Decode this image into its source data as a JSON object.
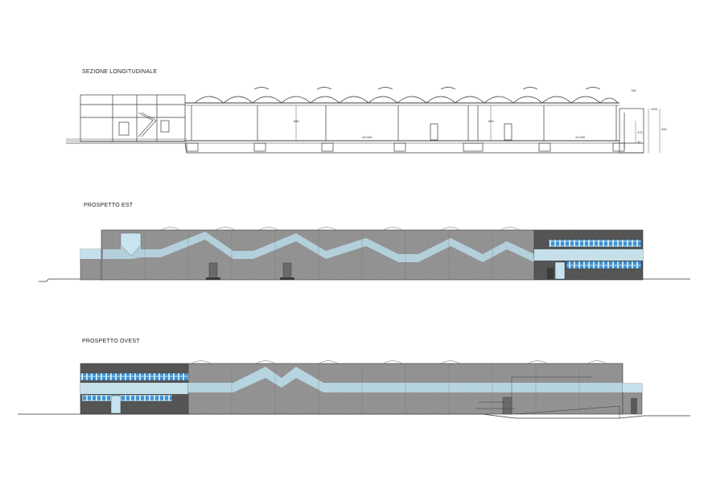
{
  "drawing": {
    "colors": {
      "line": "#3a3a3a",
      "cladding": "#8e8e8e",
      "cladding_dark": "#5a5a5a",
      "glazing": "#b9dbe8",
      "glazing_blue": "#3d8fd1",
      "office_dark": "#4a4a4a"
    },
    "sections": [
      {
        "id": "longitudinal-section",
        "title": "SEZIONE LONGITUDINALE",
        "dimensions": [
          "780",
          "+400",
          "540",
          "470",
          "30",
          "580",
          "580"
        ],
        "levels": [
          "±0,000",
          "±0,000"
        ]
      },
      {
        "id": "east-elevation",
        "title": "PROSPETTO EST"
      },
      {
        "id": "west-elevation",
        "title": "PROSPETTO OVEST"
      }
    ]
  }
}
